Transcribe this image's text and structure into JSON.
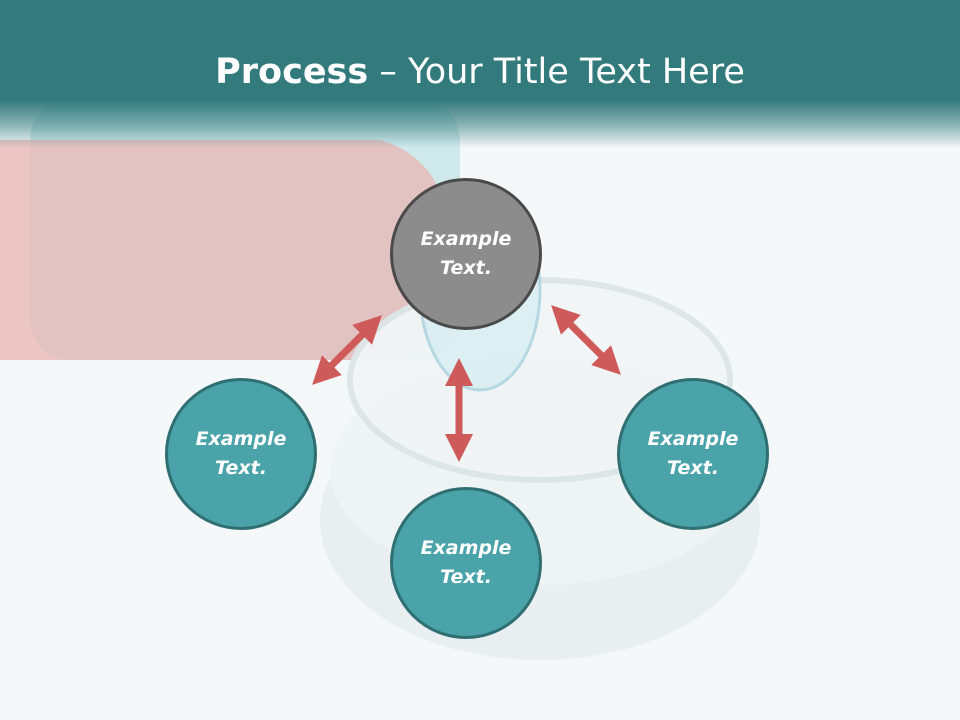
{
  "title": {
    "bold": "Process",
    "rest": " – Your Title Text Here"
  },
  "nodes": {
    "top": "Example Text.",
    "left": "Example Text.",
    "bottom": "Example Text.",
    "right": "Example Text."
  },
  "colors": {
    "header": "#337a7c",
    "node": "#4aa3a9",
    "node_top": "#8c8c8c",
    "arrow": "#cf5a5a"
  }
}
